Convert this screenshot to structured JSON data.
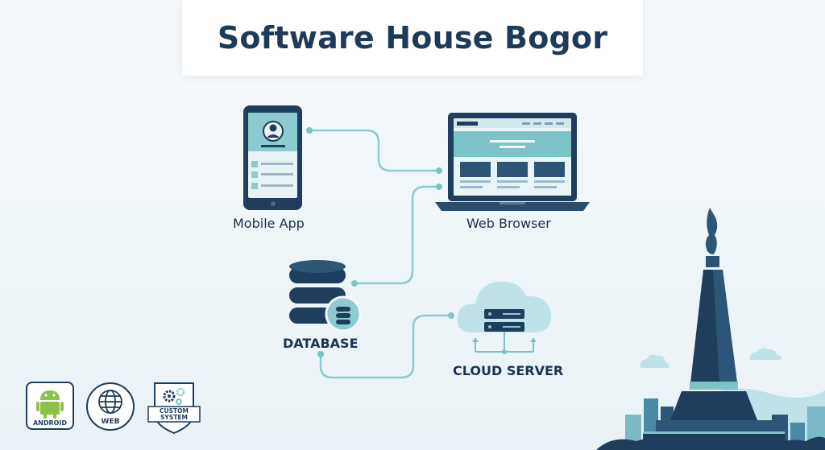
{
  "title": "Software House Bogor",
  "nodes": {
    "mobile_app": "Mobile App",
    "web_browser": "Web Browser",
    "database": "DATABASE",
    "cloud_server": "CLOUD SERVER"
  },
  "badges": {
    "android": "ANDROID",
    "web": "WEB",
    "custom_line1": "CUSTOM",
    "custom_line2": "SYSTEM"
  },
  "colors": {
    "navy": "#1e3a5a",
    "teal": "#7cc3c7",
    "connector": "#8ccbcf",
    "android_green": "#8bc34a"
  },
  "icons": [
    "smartphone-icon",
    "laptop-icon",
    "database-icon",
    "cloud-server-icon",
    "monument-icon",
    "android-icon",
    "globe-icon",
    "gear-icon"
  ]
}
